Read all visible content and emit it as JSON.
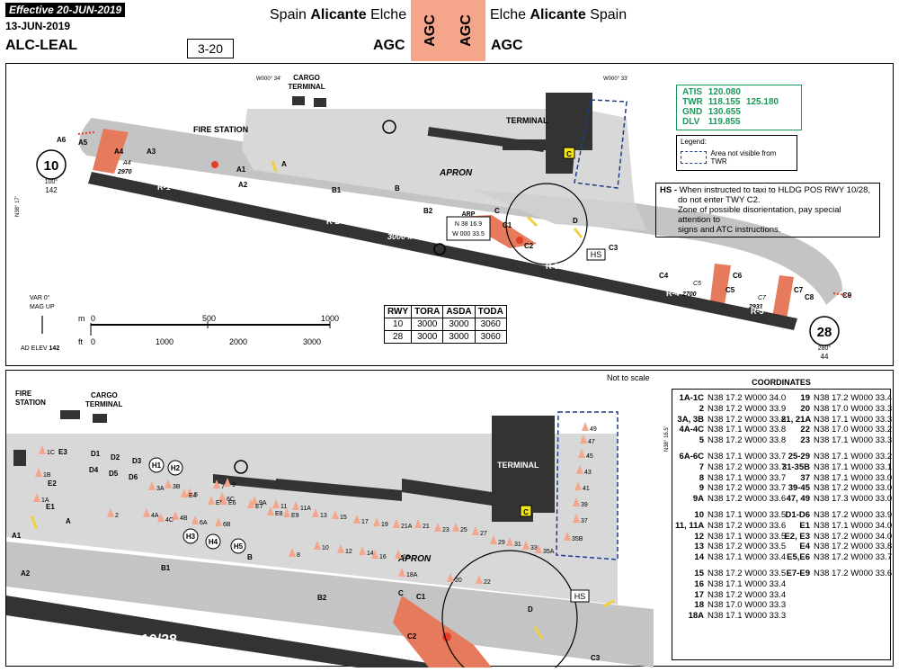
{
  "header": {
    "effective": "Effective  20-JUN-2019",
    "issue_date": "13-JUN-2019",
    "chart_name": "ALC-LEAL",
    "page_number": "3-20",
    "location_left_country": "Spain",
    "location_left_city": "Alicante",
    "location_left_region": "Elche",
    "location_right_region": "Elche",
    "location_right_city": "Alicante",
    "location_right_country": "Spain",
    "icao": "AGC"
  },
  "colors": {
    "tint": "#f4a58a",
    "apron": "#d8d8d8",
    "taxiway": "#c4c4c4",
    "runway": "#333333",
    "terminal": "#333333",
    "freq": "#1a9a5a",
    "hidden_area": "#1d3c8a",
    "hold": "#e63c2a",
    "stop_bar": "#f0d040"
  },
  "top_map": {
    "lon_left": "W000° 34'",
    "lon_right": "W000° 33'",
    "lat": "N38° 17'",
    "buildings": {
      "cargo": [
        "CARGO",
        "TERMINAL"
      ],
      "fire": "FIRE STATION",
      "terminal": "TERMINAL",
      "apron": "APRON"
    },
    "runway": {
      "rwy10": "10",
      "rwy10_brg": "100°",
      "rwy10_elev": "142",
      "rwy28": "28",
      "rwy28_brg": "280°",
      "rwy28_elev": "44",
      "dims": "3000 x 45"
    },
    "arp": {
      "label": "ARP",
      "lat": "N 38 16.9",
      "lon": "W 000 33.5"
    },
    "hs_tag": "HS",
    "variation": [
      "VAR 0°",
      "MAG UP"
    ],
    "ad_elev_label": "AD ELEV",
    "ad_elev": "142",
    "scale": {
      "m": "m",
      "ft": "ft",
      "m_ticks": [
        "0",
        "500",
        "1000"
      ],
      "ft_ticks": [
        "0",
        "1000",
        "2000",
        "3000"
      ]
    },
    "labels": {
      "A6": "A6",
      "A5": "A5",
      "A4": "A4",
      "A4b": "A4",
      "A3": "A3",
      "A1": "A1",
      "A2": "A2",
      "A": "A",
      "B1": "B1",
      "B": "B",
      "B2": "B2",
      "C": "C",
      "C1": "C1",
      "C2": "C2",
      "D": "D",
      "C3": "C3",
      "C4": "C4",
      "C5": "C5",
      "C5b": "C5",
      "C6": "C6",
      "C7": "C7",
      "C7b": "C7",
      "C8": "C8",
      "C9": "C9",
      "R1": "R-1",
      "R2": "R-2",
      "R3": "R-3",
      "R4": "R-4",
      "R5": "R-5",
      "d2970": "2970",
      "d2700": "2700",
      "d2931": "2931",
      "Csq": "C"
    }
  },
  "frequencies": [
    {
      "name": "ATIS",
      "f1": "120.080",
      "f2": ""
    },
    {
      "name": "TWR",
      "f1": "118.155",
      "f2": "125.180"
    },
    {
      "name": "GND",
      "f1": "130.655",
      "f2": ""
    },
    {
      "name": "DLV",
      "f1": "119.855",
      "f2": ""
    }
  ],
  "legend": {
    "title": "Legend:",
    "item": "Area not visible from TWR"
  },
  "hs_note": {
    "prefix": "HS -",
    "lines": [
      "When instructed to taxi to HLDG POS RWY 10/28,",
      "do not enter TWY C2.",
      "Zone of possible disorientation, pay special attention to",
      "signs and ATC instructions."
    ]
  },
  "declared_distances": {
    "header": [
      "RWY",
      "TORA",
      "ASDA",
      "TODA"
    ],
    "rows": [
      [
        "10",
        "3000",
        "3000",
        "3060"
      ],
      [
        "28",
        "3000",
        "3000",
        "3060"
      ]
    ]
  },
  "bottom_map": {
    "not_to_scale": "Not to scale",
    "fire": [
      "FIRE",
      "STATION"
    ],
    "cargo": [
      "CARGO",
      "TERMINAL"
    ],
    "terminal": "TERMINAL",
    "apron": "APRON",
    "runway": "10/28",
    "hs_tag": "HS",
    "lat": "N38° 16.5'",
    "labels": {
      "A1": "A1",
      "A2": "A2",
      "A": "A",
      "B1": "B1",
      "B2": "B2",
      "B": "B",
      "C": "C",
      "C1": "C1",
      "C2": "C2",
      "C3": "C3",
      "D": "D",
      "E3": "E3",
      "E2": "E2",
      "E1": "E1",
      "D1": "D1",
      "D2": "D2",
      "D3": "D3",
      "D4": "D4",
      "D5": "D5",
      "D6": "D6",
      "H1": "H1",
      "H2": "H2",
      "H3": "H3",
      "H4": "H4",
      "H5": "H5",
      "Csq": "C"
    },
    "stands": [
      "1C",
      "1B",
      "1A",
      "2",
      "3A",
      "3B",
      "4A",
      "4B",
      "4C",
      "5",
      "6A",
      "6B",
      "6C",
      "7",
      "8",
      "9",
      "9A",
      "10",
      "11",
      "11A",
      "12",
      "13",
      "14",
      "15",
      "16",
      "17",
      "18",
      "18A",
      "19",
      "20",
      "21",
      "21A",
      "22",
      "23",
      "25",
      "27",
      "29",
      "31",
      "33",
      "35A",
      "35B",
      "37",
      "39",
      "41",
      "43",
      "45",
      "47",
      "49",
      "E4",
      "E5",
      "E6",
      "E7",
      "E8",
      "E9"
    ]
  },
  "coordinates": {
    "title": "COORDINATES",
    "groups": [
      [
        [
          "1A-1C",
          "N38 17.2 W000 34.0",
          "19",
          "N38 17.2 W000 33.4"
        ],
        [
          "2",
          "N38 17.2 W000 33.9",
          "20",
          "N38 17.0 W000 33.3"
        ],
        [
          "3A, 3B",
          "N38 17.2 W000 33.8",
          "21, 21A",
          "N38 17.1 W000 33.3"
        ],
        [
          "4A-4C",
          "N38 17.1 W000 33.8",
          "22",
          "N38 17.0 W000 33.2"
        ],
        [
          "5",
          "N38 17.2 W000 33.8",
          "23",
          "N38 17.1 W000 33.3"
        ]
      ],
      [
        [
          "6A-6C",
          "N38 17.1 W000 33.7",
          "25-29",
          "N38 17.1 W000 33.2"
        ],
        [
          "7",
          "N38 17.2 W000 33.7",
          "31-35B",
          "N38 17.1 W000 33.1"
        ],
        [
          "8",
          "N38 17.1 W000 33.7",
          "37",
          "N38 17.1 W000 33.0"
        ],
        [
          "9",
          "N38 17.2 W000 33.7",
          "39-45",
          "N38 17.2 W000 33.0"
        ],
        [
          "9A",
          "N38 17.2 W000 33.6",
          "47, 49",
          "N38 17.3 W000 33.0"
        ]
      ],
      [
        [
          "10",
          "N38 17.1 W000 33.5",
          "D1-D6",
          "N38 17.2 W000 33.9"
        ],
        [
          "11, 11A",
          "N38 17.2 W000 33.6",
          "E1",
          "N38 17.1 W000 34.0"
        ],
        [
          "12",
          "N38 17.1 W000 33.5",
          "E2, E3",
          "N38 17.2 W000 34.0"
        ],
        [
          "13",
          "N38 17.2 W000 33.5",
          "E4",
          "N38 17.2 W000 33.8"
        ],
        [
          "14",
          "N38 17.1 W000 33.4",
          "E5,E6",
          "N38 17.2 W000 33.7"
        ]
      ],
      [
        [
          "15",
          "N38 17.2 W000 33.5",
          "E7-E9",
          "N38 17.2 W000 33.6"
        ],
        [
          "16",
          "N38 17.1 W000 33.4",
          "",
          ""
        ],
        [
          "17",
          "N38 17.2 W000 33.4",
          "",
          ""
        ],
        [
          "18",
          "N38 17.0 W000 33.3",
          "",
          ""
        ],
        [
          "18A",
          "N38 17.1 W000 33.3",
          "",
          ""
        ]
      ]
    ]
  }
}
